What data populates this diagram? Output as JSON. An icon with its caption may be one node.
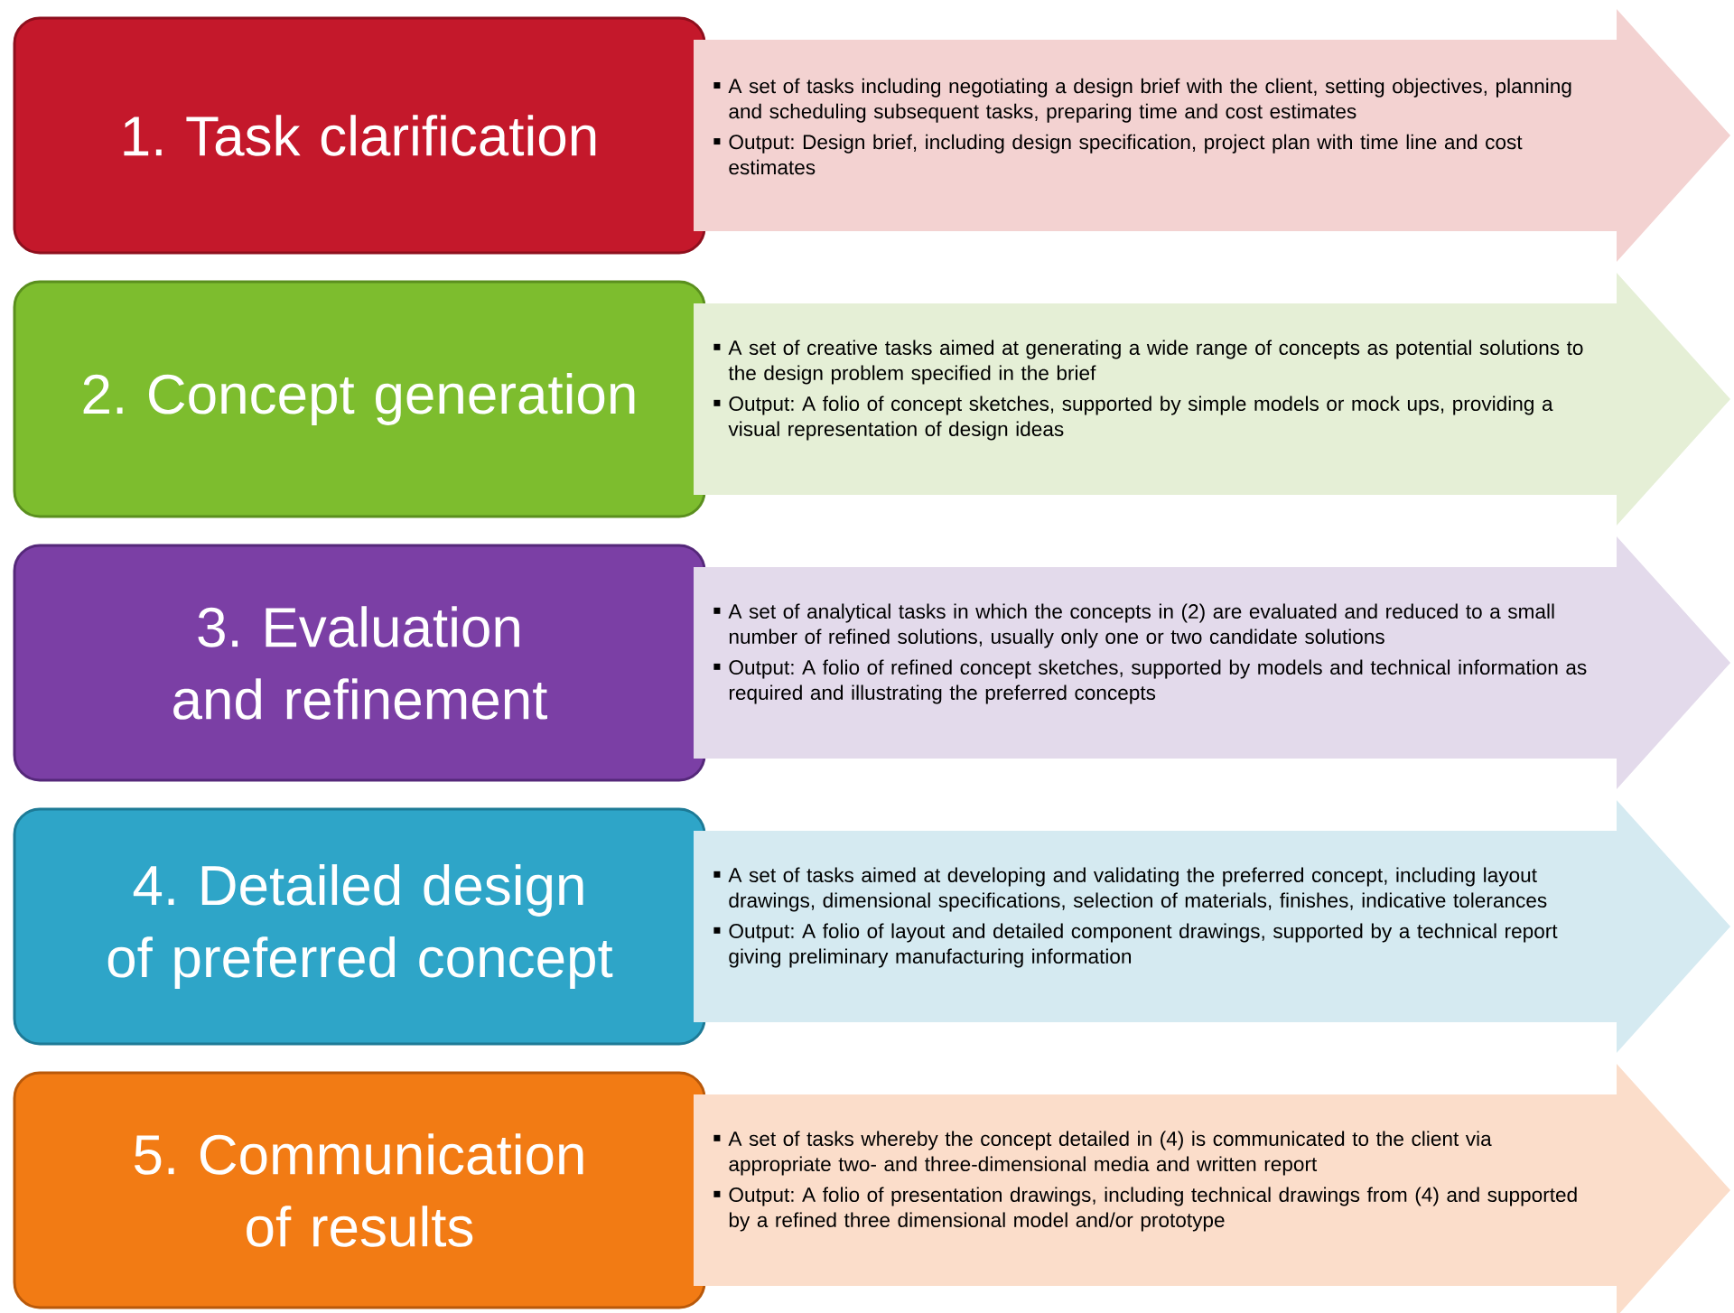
{
  "diagram": {
    "nodes": [
      {
        "text": [
          "1. Task clarification"
        ]
      },
      {
        "text": [
          "A set of tasks including negotiating a design brief with the client, setting objectives, planning and scheduling subsequent tasks, preparing time and cost estimates",
          "Output: Design brief, including design specification, project plan with time line and cost estimates"
        ]
      },
      {
        "text": [
          "2. Concept generation"
        ]
      },
      {
        "text": [
          "A set of creative tasks aimed at generating a wide range of concepts as potential solutions to the design problem specified in the brief",
          "Output: A folio of concept sketches, supported by simple models or mock ups, providing a visual representation of design ideas"
        ]
      },
      {
        "text": [
          "3. Evaluation and refinement"
        ]
      },
      {
        "text": [
          "A set of analytical tasks in which the concepts in (2) are evaluated and reduced to a small number of refined solutions, usually only one or two candidate solutions",
          "Output: A folio of refined concept sketches, supported by models and technical information as required and illustrating the preferred concepts"
        ]
      },
      {
        "text": [
          "4. Detailed design of preferred concept"
        ]
      },
      {
        "text": [
          "A set of tasks aimed at developing and validating the preferred concept, including layout drawings, dimensional specifications, selection of materials, finishes, indicative tolerances",
          "Output: A folio of layout and detailed component drawings, supported by a technical report giving preliminary manufacturing information"
        ]
      },
      {
        "text": [
          "5. Communication of results"
        ]
      },
      {
        "text": [
          "A set of tasks whereby the concept detailed in (4) is communicated to the client via appropriate two- and three-dimensional media and written report",
          "Output: A folio of presentation drawings, including technical drawings from (4) and supported by a refined three dimensional model and/or prototype"
        ]
      }
    ]
  }
}
